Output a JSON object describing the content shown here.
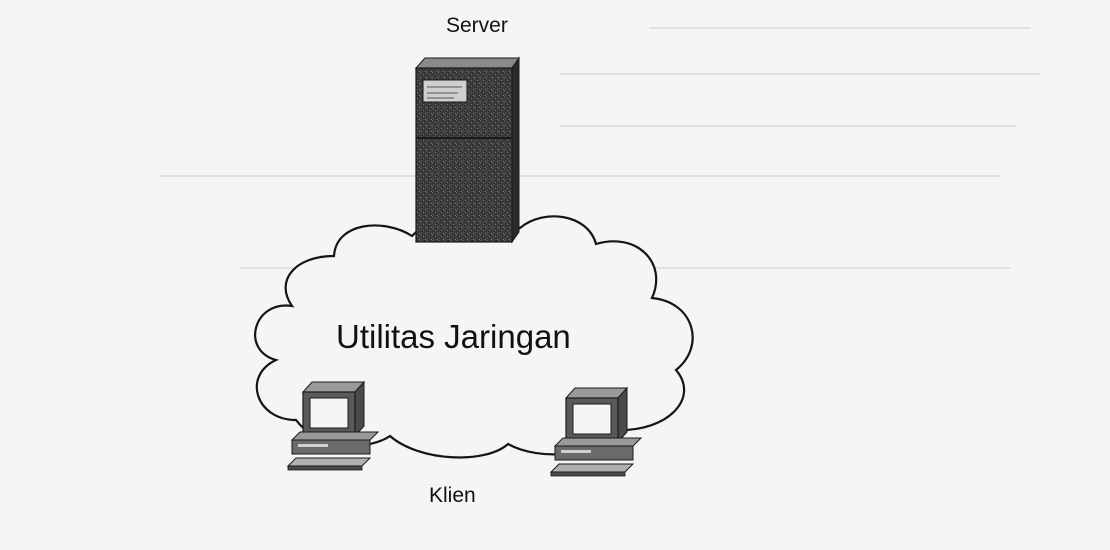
{
  "diagram": {
    "server_label": "Server",
    "cloud_label": "Utilitas Jaringan",
    "client_label": "Klien",
    "icons": {
      "server": "server-tower-icon",
      "cloud": "network-cloud-icon",
      "client_left": "desktop-computer-icon",
      "client_right": "desktop-computer-icon"
    },
    "colors": {
      "background": "#f5f5f3",
      "ink": "#111111",
      "server_body": "#3a3a3a"
    }
  }
}
